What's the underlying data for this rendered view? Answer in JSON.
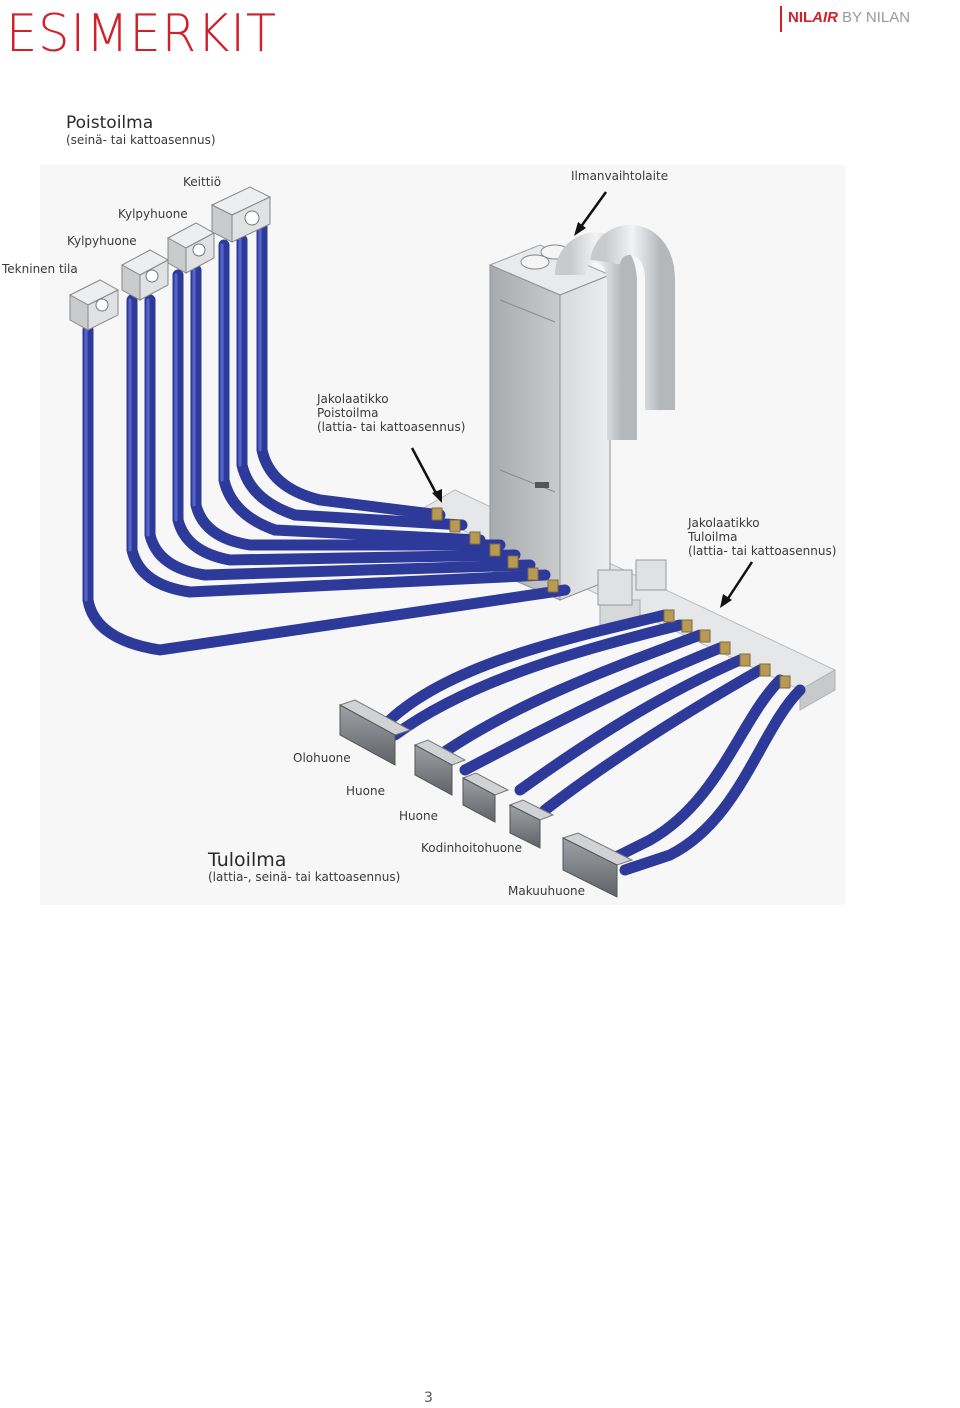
{
  "page": {
    "title": "ESIMERKIT",
    "logo": {
      "brand": "NIL",
      "brand_suffix": "AIR",
      "by": "BY NILAN"
    },
    "page_number": "3"
  },
  "exhaust": {
    "heading": "Poistoilma",
    "subheading": "(seinä- tai kattoasennus)"
  },
  "supply": {
    "heading": "Tuloilma",
    "subheading": "(lattia-, seinä- tai kattoasennus)"
  },
  "labels": {
    "keittio": "Keittiö",
    "ilmanvaihtolaite": "Ilmanvaihtolaite",
    "kylpyhuone_1": "Kylpyhuone",
    "kylpyhuone_2": "Kylpyhuone",
    "tekninen_tila": "Tekninen tila",
    "jakolaatikko_poisto": [
      "Jakolaatikko",
      "Poistoilma",
      "(lattia- tai kattoasennus)"
    ],
    "jakolaatikko_tulo": [
      "Jakolaatikko",
      "Tuloilma",
      "(lattia- tai kattoasennus)"
    ],
    "olohuone": "Olohuone",
    "huone_1": "Huone",
    "huone_2": "Huone",
    "kodinhoitohuone": "Kodinhoitohuone",
    "makuuhuone": "Makuuhuone"
  },
  "colors": {
    "accent": "#d0202a",
    "duct": "#2d3a9a",
    "unit": "#b9bcbf"
  }
}
